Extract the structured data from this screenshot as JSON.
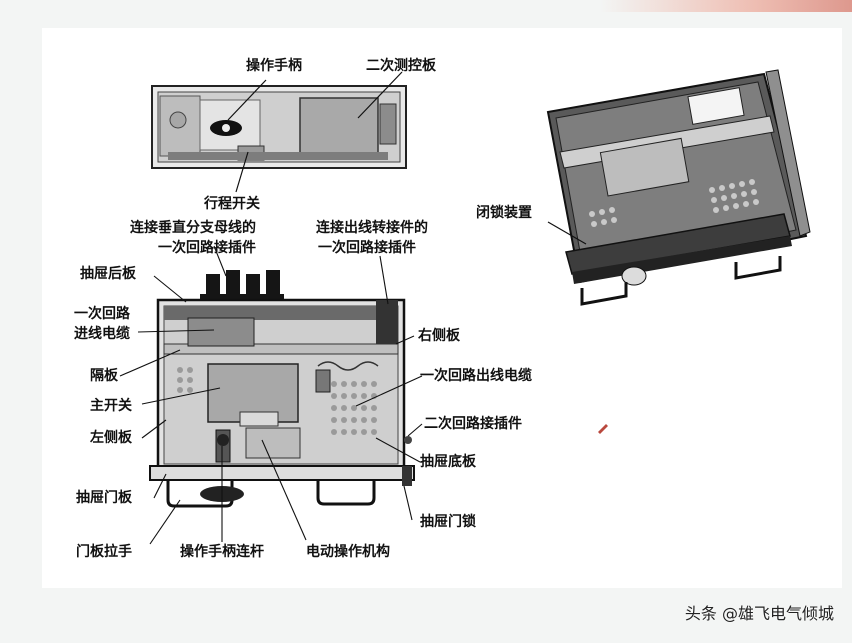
{
  "watermark": "头条 @雄飞电气倾城",
  "labels": {
    "top_view": {
      "operating_handle": "操作手柄",
      "secondary_control_board": "二次测控板",
      "travel_switch": "行程开关"
    },
    "iso_view": {
      "locking_device": "闭锁装置"
    },
    "main_view": {
      "connector_vertical_bus_1": "连接垂直分支母线的",
      "connector_vertical_bus_2": "一次回路接插件",
      "connector_outgoing_1": "连接出线转接件的",
      "connector_outgoing_2": "一次回路接插件",
      "drawer_back_plate": "抽屉后板",
      "primary_incoming_cable_1": "一次回路",
      "primary_incoming_cable_2": "进线电缆",
      "partition": "隔板",
      "main_switch": "主开关",
      "left_side_plate": "左侧板",
      "drawer_door_plate": "抽屉门板",
      "door_handle": "门板拉手",
      "handle_linkage": "操作手柄连杆",
      "motor_operating_mechanism": "电动操作机构",
      "right_side_plate": "右侧板",
      "primary_outgoing_cable": "一次回路出线电缆",
      "secondary_connector": "二次回路接插件",
      "drawer_bottom_plate": "抽屉底板",
      "drawer_door_lock": "抽屉门锁"
    }
  },
  "colors": {
    "background": "#f3f5f4",
    "panel": "#ffffff",
    "line": "#111111",
    "metal_dark": "#2b2b2b",
    "metal_mid": "#8a8a8a",
    "metal_light": "#d6d6d6"
  }
}
